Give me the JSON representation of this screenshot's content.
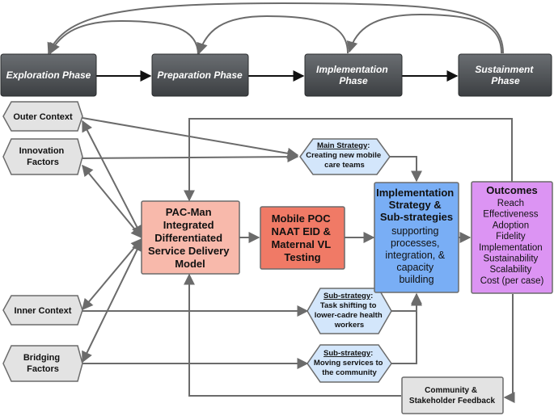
{
  "phases": [
    {
      "id": "exploration",
      "lines": [
        "Exploration Phase"
      ]
    },
    {
      "id": "preparation",
      "lines": [
        "Preparation Phase"
      ]
    },
    {
      "id": "implementation",
      "lines": [
        "Implementation",
        "Phase"
      ]
    },
    {
      "id": "sustainment",
      "lines": [
        "Sustainment",
        "Phase"
      ]
    }
  ],
  "contexts": [
    {
      "id": "outer-context",
      "lines": [
        "Outer Context"
      ]
    },
    {
      "id": "innovation-factors",
      "lines": [
        "Innovation",
        "Factors"
      ]
    },
    {
      "id": "inner-context",
      "lines": [
        "Inner Context"
      ]
    },
    {
      "id": "bridging-factors",
      "lines": [
        "Bridging",
        "Factors"
      ]
    }
  ],
  "strategies": [
    {
      "id": "main-strategy",
      "label": "Main Strategy",
      "lines": [
        "Creating new mobile",
        "care teams"
      ]
    },
    {
      "id": "sub-strategy-task-shifting",
      "label": "Sub-strategy",
      "lines": [
        "Task shifting to",
        "lower-cadre health",
        "workers"
      ]
    },
    {
      "id": "sub-strategy-moving-services",
      "label": "Sub-strategy",
      "lines": [
        "Moving services to",
        "the community"
      ]
    }
  ],
  "pacman": {
    "lines": [
      "PAC-Man",
      "Integrated",
      "Differentiated",
      "Service Delivery",
      "Model"
    ]
  },
  "testing": {
    "lines": [
      "Mobile POC",
      "NAAT EID &",
      "Maternal VL",
      "Testing"
    ]
  },
  "impl_strategy": {
    "title_lines": [
      "Implementation",
      "Strategy &",
      "Sub-strategies"
    ],
    "body_lines": [
      "supporting",
      "processes,",
      "integration, &",
      "capacity",
      "building"
    ]
  },
  "outcomes": {
    "title": "Outcomes",
    "items": [
      "Reach",
      "Effectiveness",
      "Adoption",
      "Fidelity",
      "Implementation",
      "Sustainability",
      "Scalability",
      "Cost (per case)"
    ]
  },
  "feedback": {
    "lines": [
      "Community &",
      "Stakeholder Feedback"
    ]
  },
  "colors": {
    "phase_fill": "#4a4e52",
    "context_fill": "#e3e3e3",
    "strategy_fill": "#d3e6fb",
    "pacman_fill": "#f8b9ab",
    "testing_fill": "#f07a66",
    "impl_fill": "#79aef5",
    "outcomes_fill": "#dc94f3",
    "feedback_fill": "#e3e3e3",
    "connector": "#6b6b6b"
  }
}
